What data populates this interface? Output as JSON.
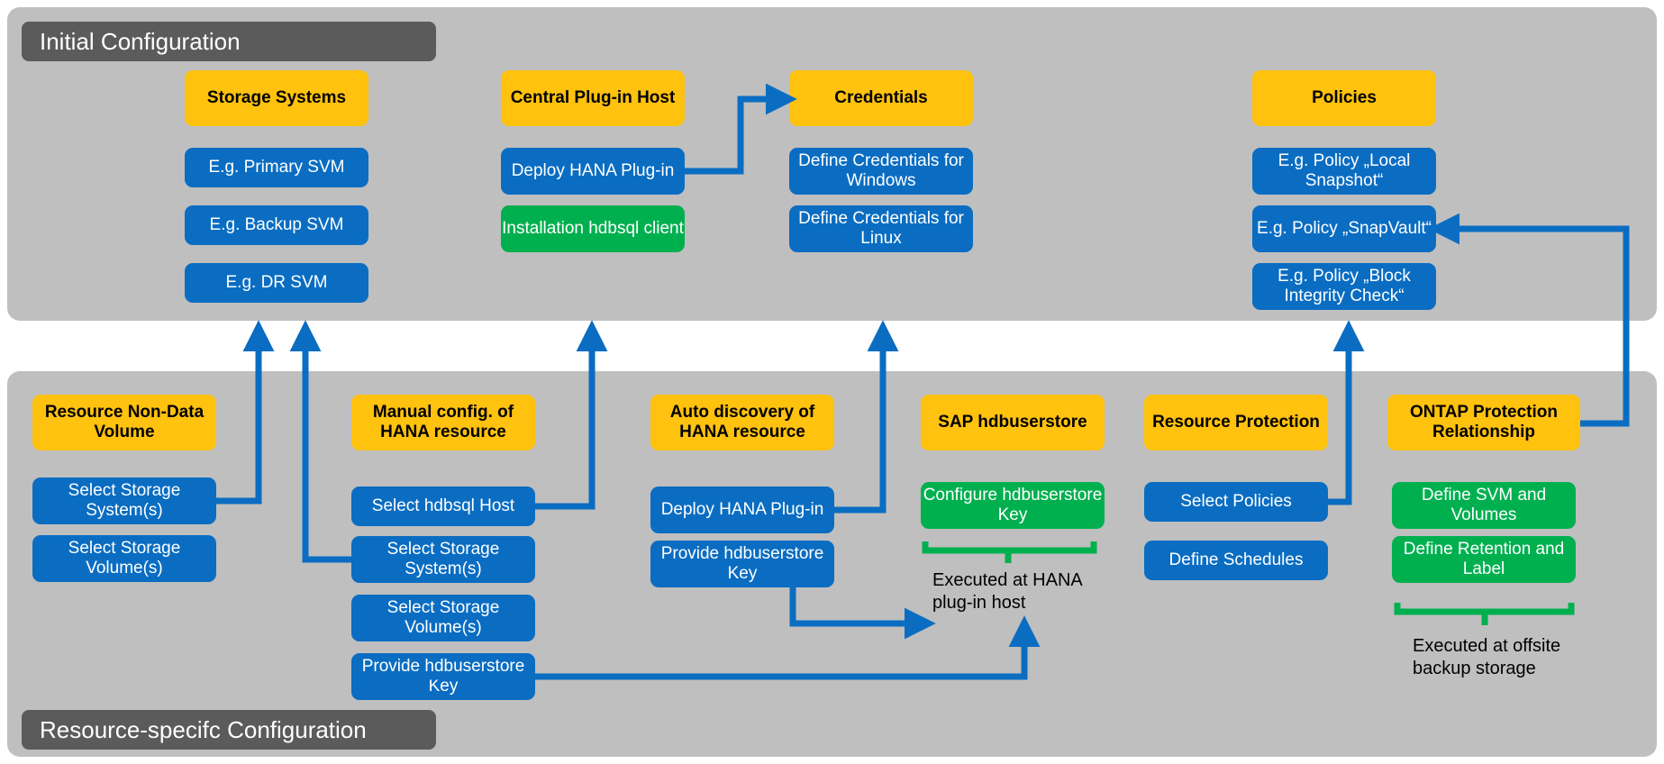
{
  "diagram": {
    "title_top": "Initial Configuration",
    "title_bottom": "Resource-specifc Configuration",
    "colors": {
      "panel_bg": "#bfbfbf",
      "tab_bg": "#5b5b5b",
      "header_box": "#ffc20e",
      "blue_box": "#0a6dc2",
      "green_box": "#00b04f",
      "arrow": "#0a6dc2",
      "brace": "#00b04f"
    }
  },
  "top_section": {
    "groups": [
      {
        "header": "Storage Systems",
        "items": [
          {
            "label": "E.g. Primary SVM",
            "kind": "blue"
          },
          {
            "label": "E.g. Backup SVM",
            "kind": "blue"
          },
          {
            "label": "E.g. DR SVM",
            "kind": "blue"
          }
        ]
      },
      {
        "header": "Central Plug-in Host",
        "items": [
          {
            "label": "Deploy HANA Plug-in",
            "kind": "blue"
          },
          {
            "label": "Installation hdbsql client",
            "kind": "green"
          }
        ]
      },
      {
        "header": "Credentials",
        "items": [
          {
            "label": "Define Credentials for Windows",
            "kind": "blue"
          },
          {
            "label": "Define Credentials for Linux",
            "kind": "blue"
          }
        ]
      },
      {
        "header": "Policies",
        "items": [
          {
            "label": "E.g. Policy „Local Snapshot“",
            "kind": "blue"
          },
          {
            "label": "E.g. Policy „SnapVault“",
            "kind": "blue"
          },
          {
            "label": "E.g. Policy „Block Integrity Check“",
            "kind": "blue"
          }
        ]
      }
    ]
  },
  "bottom_section": {
    "groups": [
      {
        "header": "Resource Non-Data Volume",
        "items": [
          {
            "label": "Select Storage System(s)",
            "kind": "blue"
          },
          {
            "label": "Select Storage Volume(s)",
            "kind": "blue"
          }
        ]
      },
      {
        "header": "Manual config. of HANA resource",
        "items": [
          {
            "label": "Select hdbsql Host",
            "kind": "blue"
          },
          {
            "label": "Select Storage System(s)",
            "kind": "blue"
          },
          {
            "label": "Select Storage Volume(s)",
            "kind": "blue"
          },
          {
            "label": "Provide hdbuserstore Key",
            "kind": "blue"
          }
        ]
      },
      {
        "header": "Auto discovery of HANA resource",
        "items": [
          {
            "label": "Deploy HANA Plug-in",
            "kind": "blue"
          },
          {
            "label": "Provide hdbuserstore Key",
            "kind": "blue"
          }
        ]
      },
      {
        "header": "SAP hdbuserstore",
        "items": [
          {
            "label": "Configure hdbuserstore Key",
            "kind": "green"
          }
        ],
        "brace_caption": "Executed at HANA plug-in host"
      },
      {
        "header": "Resource Protection",
        "items": [
          {
            "label": "Select Policies",
            "kind": "blue"
          },
          {
            "label": "Define Schedules",
            "kind": "blue"
          }
        ]
      },
      {
        "header": "ONTAP Protection Relationship",
        "items": [
          {
            "label": "Define SVM and Volumes",
            "kind": "green"
          },
          {
            "label": "Define Retention and Label",
            "kind": "green"
          }
        ],
        "brace_caption": "Executed at offsite backup storage"
      }
    ]
  }
}
